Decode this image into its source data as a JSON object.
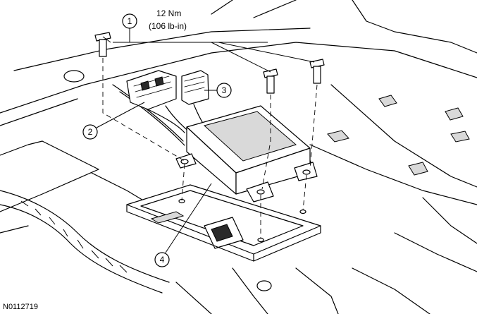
{
  "torque": {
    "line1": "12 Nm",
    "line2": "(106 lb-in)"
  },
  "callouts": [
    "1",
    "2",
    "3",
    "4"
  ],
  "reference_id": "N0112719"
}
